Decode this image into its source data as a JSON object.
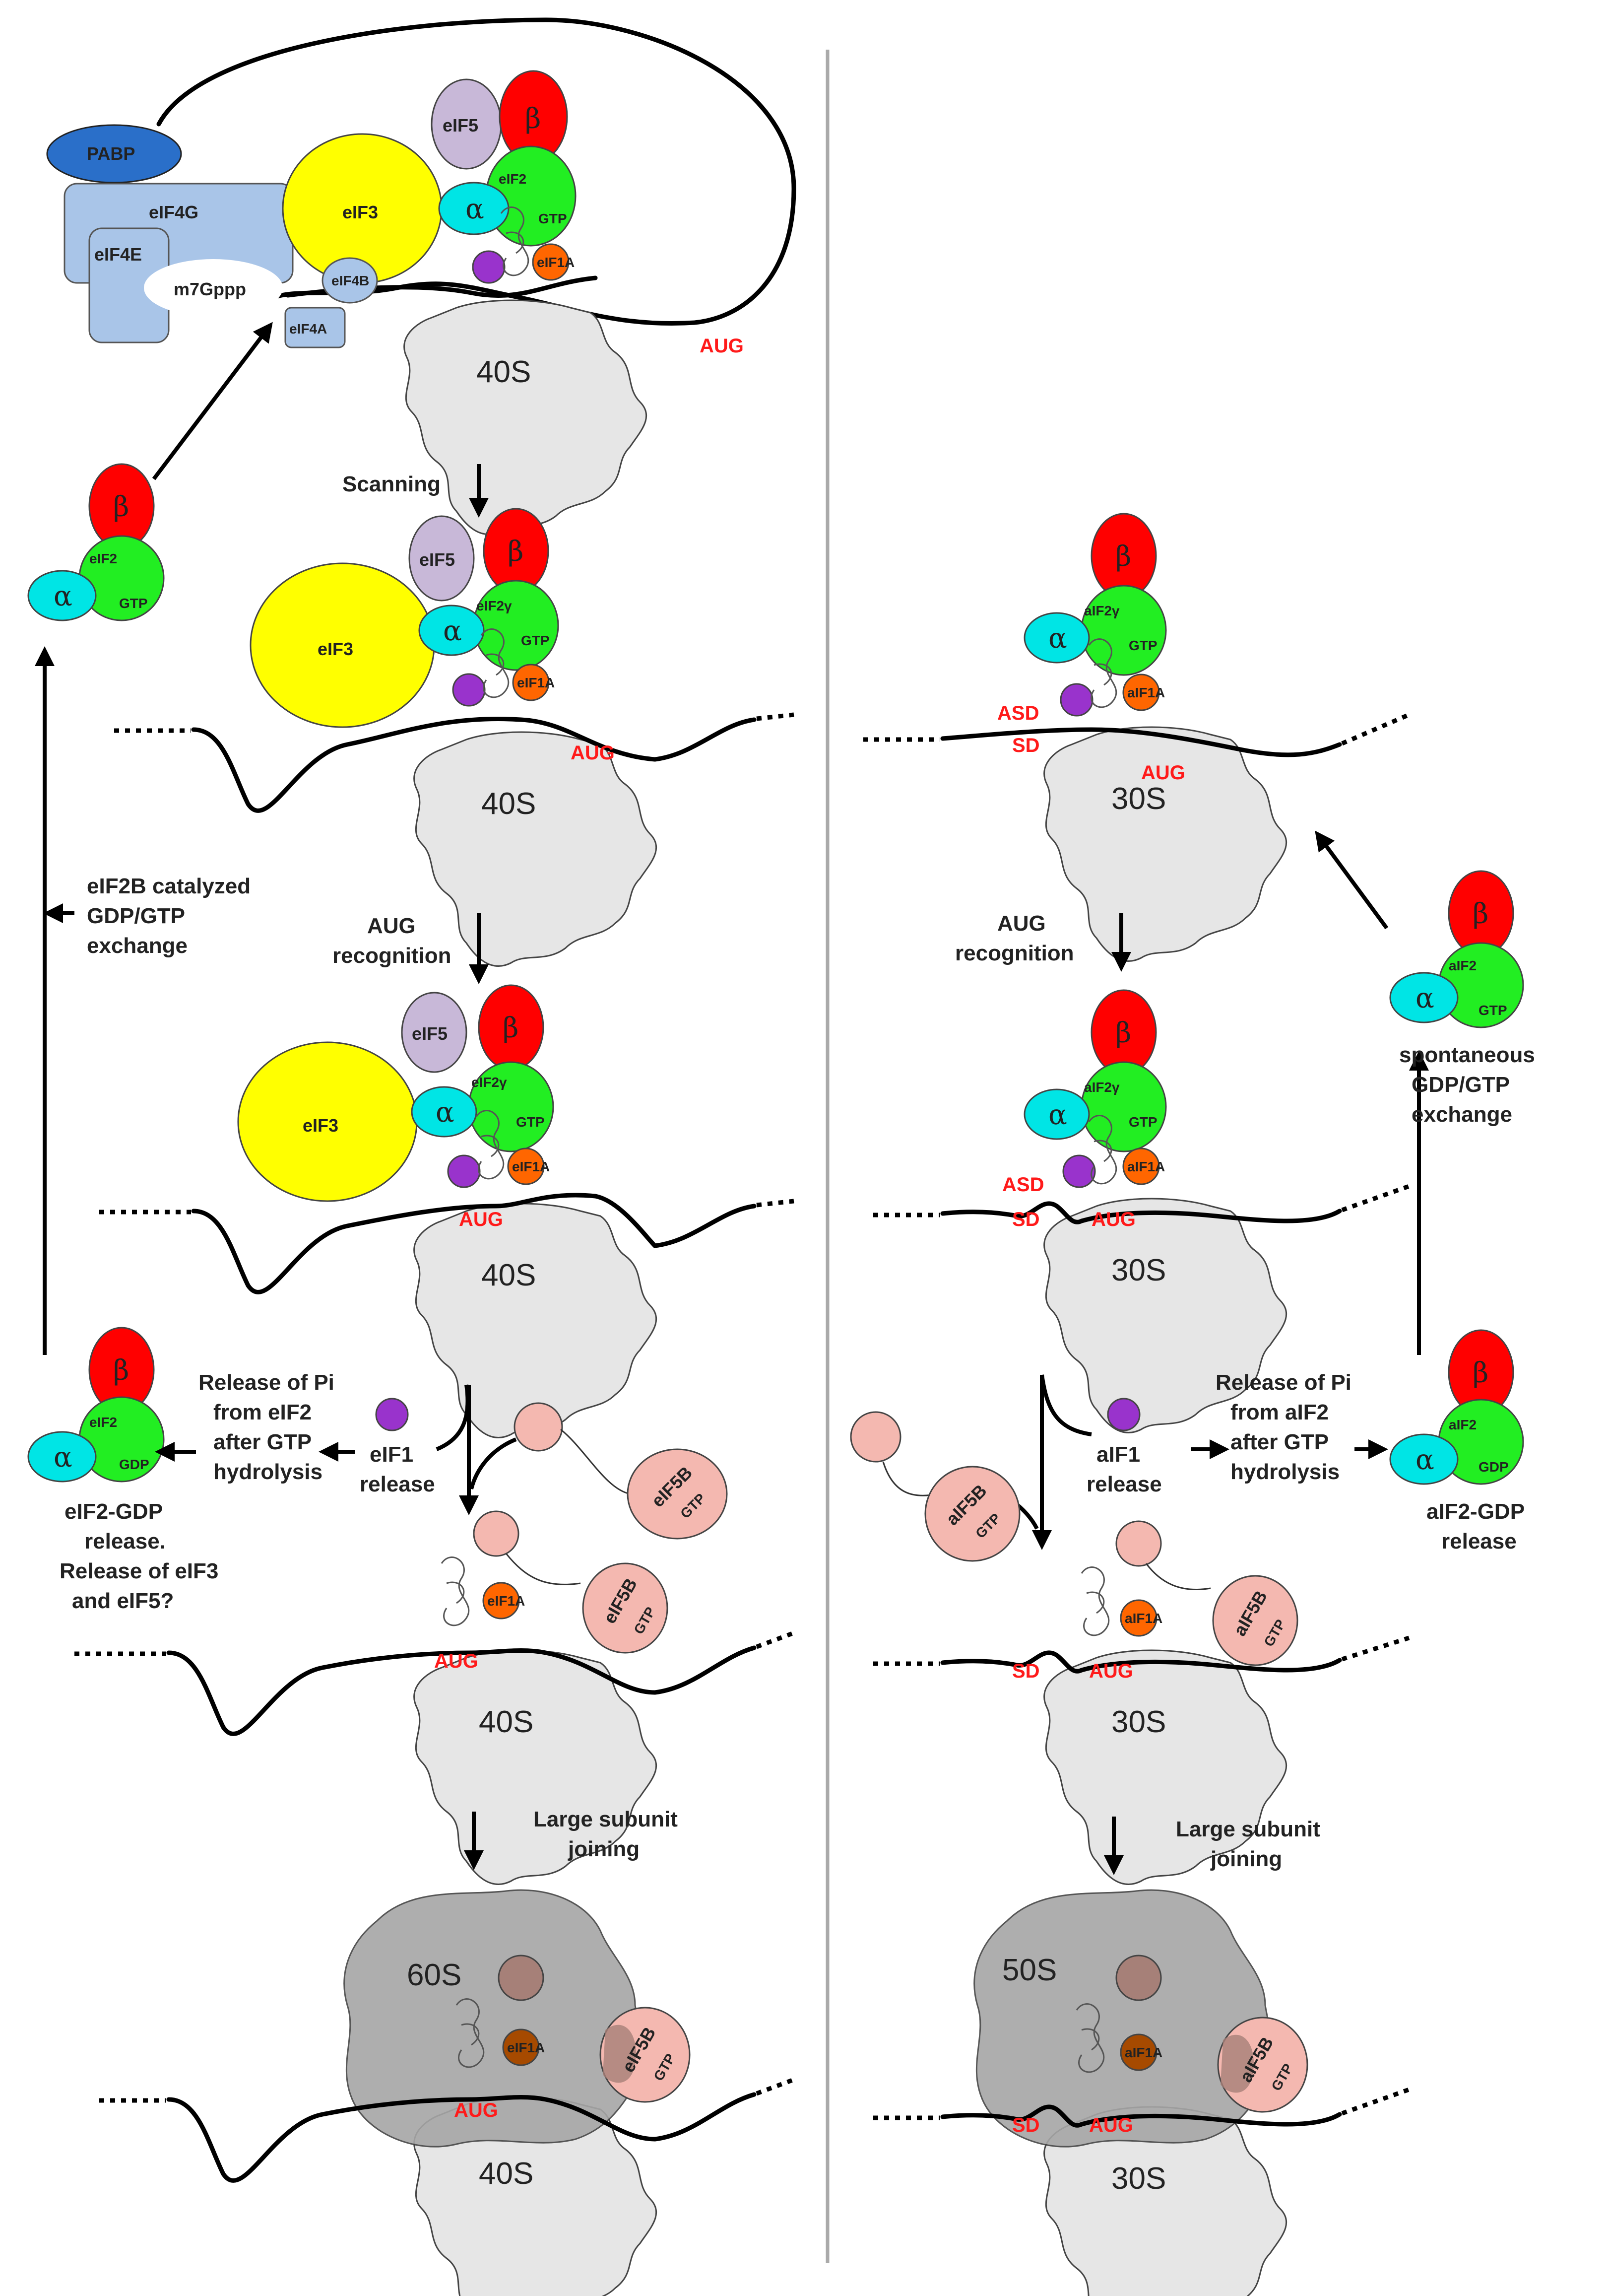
{
  "colors": {
    "eIF3": "#ffff00",
    "alpha": "#00e5e5",
    "beta": "#ff0000",
    "gamma": "#22ee22",
    "eIF5": "#c8b8d8",
    "eIF1": "#9933cc",
    "eIF1A": "#ff6600",
    "eIF5B": "#f4b8b0",
    "pabp": "#2a6fc9",
    "eIF4": "#a9c5e8",
    "small_subunit": "#e6e6e6",
    "large_subunit": "#a6a6a6",
    "red_text": "#ff1a1a"
  },
  "labels": {
    "pabp": "PABP",
    "eIF4G": "eIF4G",
    "eIF4E": "eIF4E",
    "cap": "m7Gppp",
    "eIF4B": "eIF4B",
    "eIF4A": "eIF4A",
    "eIF3": "eIF3",
    "eIF5": "eIF5",
    "eIF2": "eIF2",
    "eIF2g": "eIF2γ",
    "aIF2": "aIF2",
    "aIF2g": "aIF2γ",
    "GTP": "GTP",
    "GDP": "GDP",
    "alpha": "α",
    "beta": "β",
    "eIF1": "eIF1",
    "eIF1A": "eIF1A",
    "aIF1": "aIF1",
    "aIF1A": "aIF1A",
    "eIF5B": "eIF5B",
    "aIF5B": "aIF5B",
    "AUG": "AUG",
    "SD": "SD",
    "ASD": "ASD",
    "s40": "40S",
    "s60": "60S",
    "s30": "30S",
    "s50": "50S"
  },
  "steps": {
    "scanning": "Scanning",
    "aug1": "AUG",
    "aug2": "recognition",
    "eif2b1": "eIF2B catalyzed",
    "eif2b2": "GDP/GTP",
    "eif2b3": "exchange",
    "pi1": "Release of Pi",
    "pi2": "from eIF2",
    "pi3": "after GTP",
    "pi4": "hydrolysis",
    "api1": "Release of Pi",
    "api2": "from aIF2",
    "api3": "after GTP",
    "api4": "hydrolysis",
    "e1r1": "eIF1",
    "e1r2": "release",
    "a1r1": "aIF1",
    "a1r2": "release",
    "gdp1": "eIF2-GDP",
    "gdp2": "release.",
    "gdp3": "Release of eIF3",
    "gdp4": "and eIF5?",
    "agdp1": "aIF2-GDP",
    "agdp2": "release",
    "sp1": "spontaneous",
    "sp2": "GDP/GTP",
    "sp3": "exchange",
    "lj1": "Large subunit",
    "lj2": "joining"
  }
}
